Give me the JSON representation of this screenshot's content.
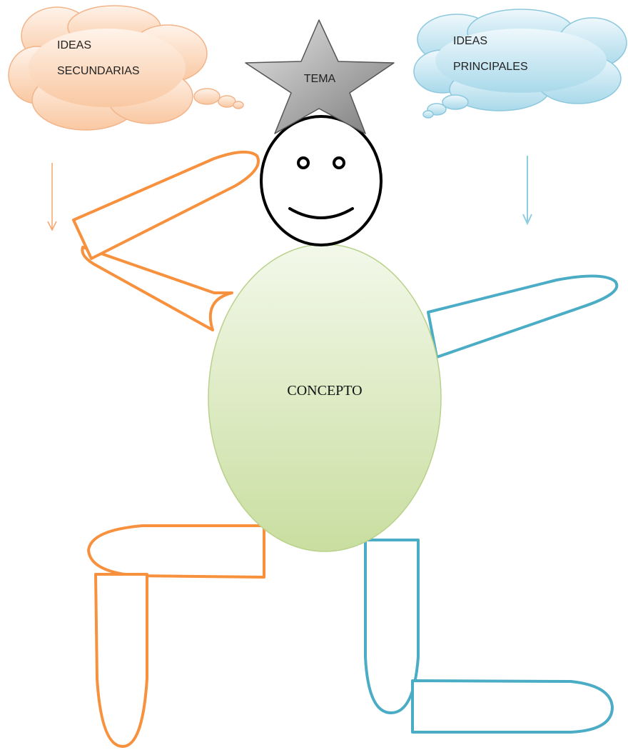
{
  "labels": {
    "secondary_line1": "IDEAS",
    "secondary_line2": "SECUNDARIAS",
    "main_line1": "IDEAS",
    "main_line2": "PRINCIPALES",
    "topic": "TEMA",
    "concept": "CONCEPTO"
  },
  "colors": {
    "secondary": "#f7913d",
    "main": "#4bacc6",
    "concept_top": "#f3f8ea",
    "concept_bottom": "#c9dea0",
    "concept_stroke": "#b9d18a",
    "star_light": "#e6e6e6",
    "star_dark": "#7a7a7a",
    "face": "#000000"
  }
}
